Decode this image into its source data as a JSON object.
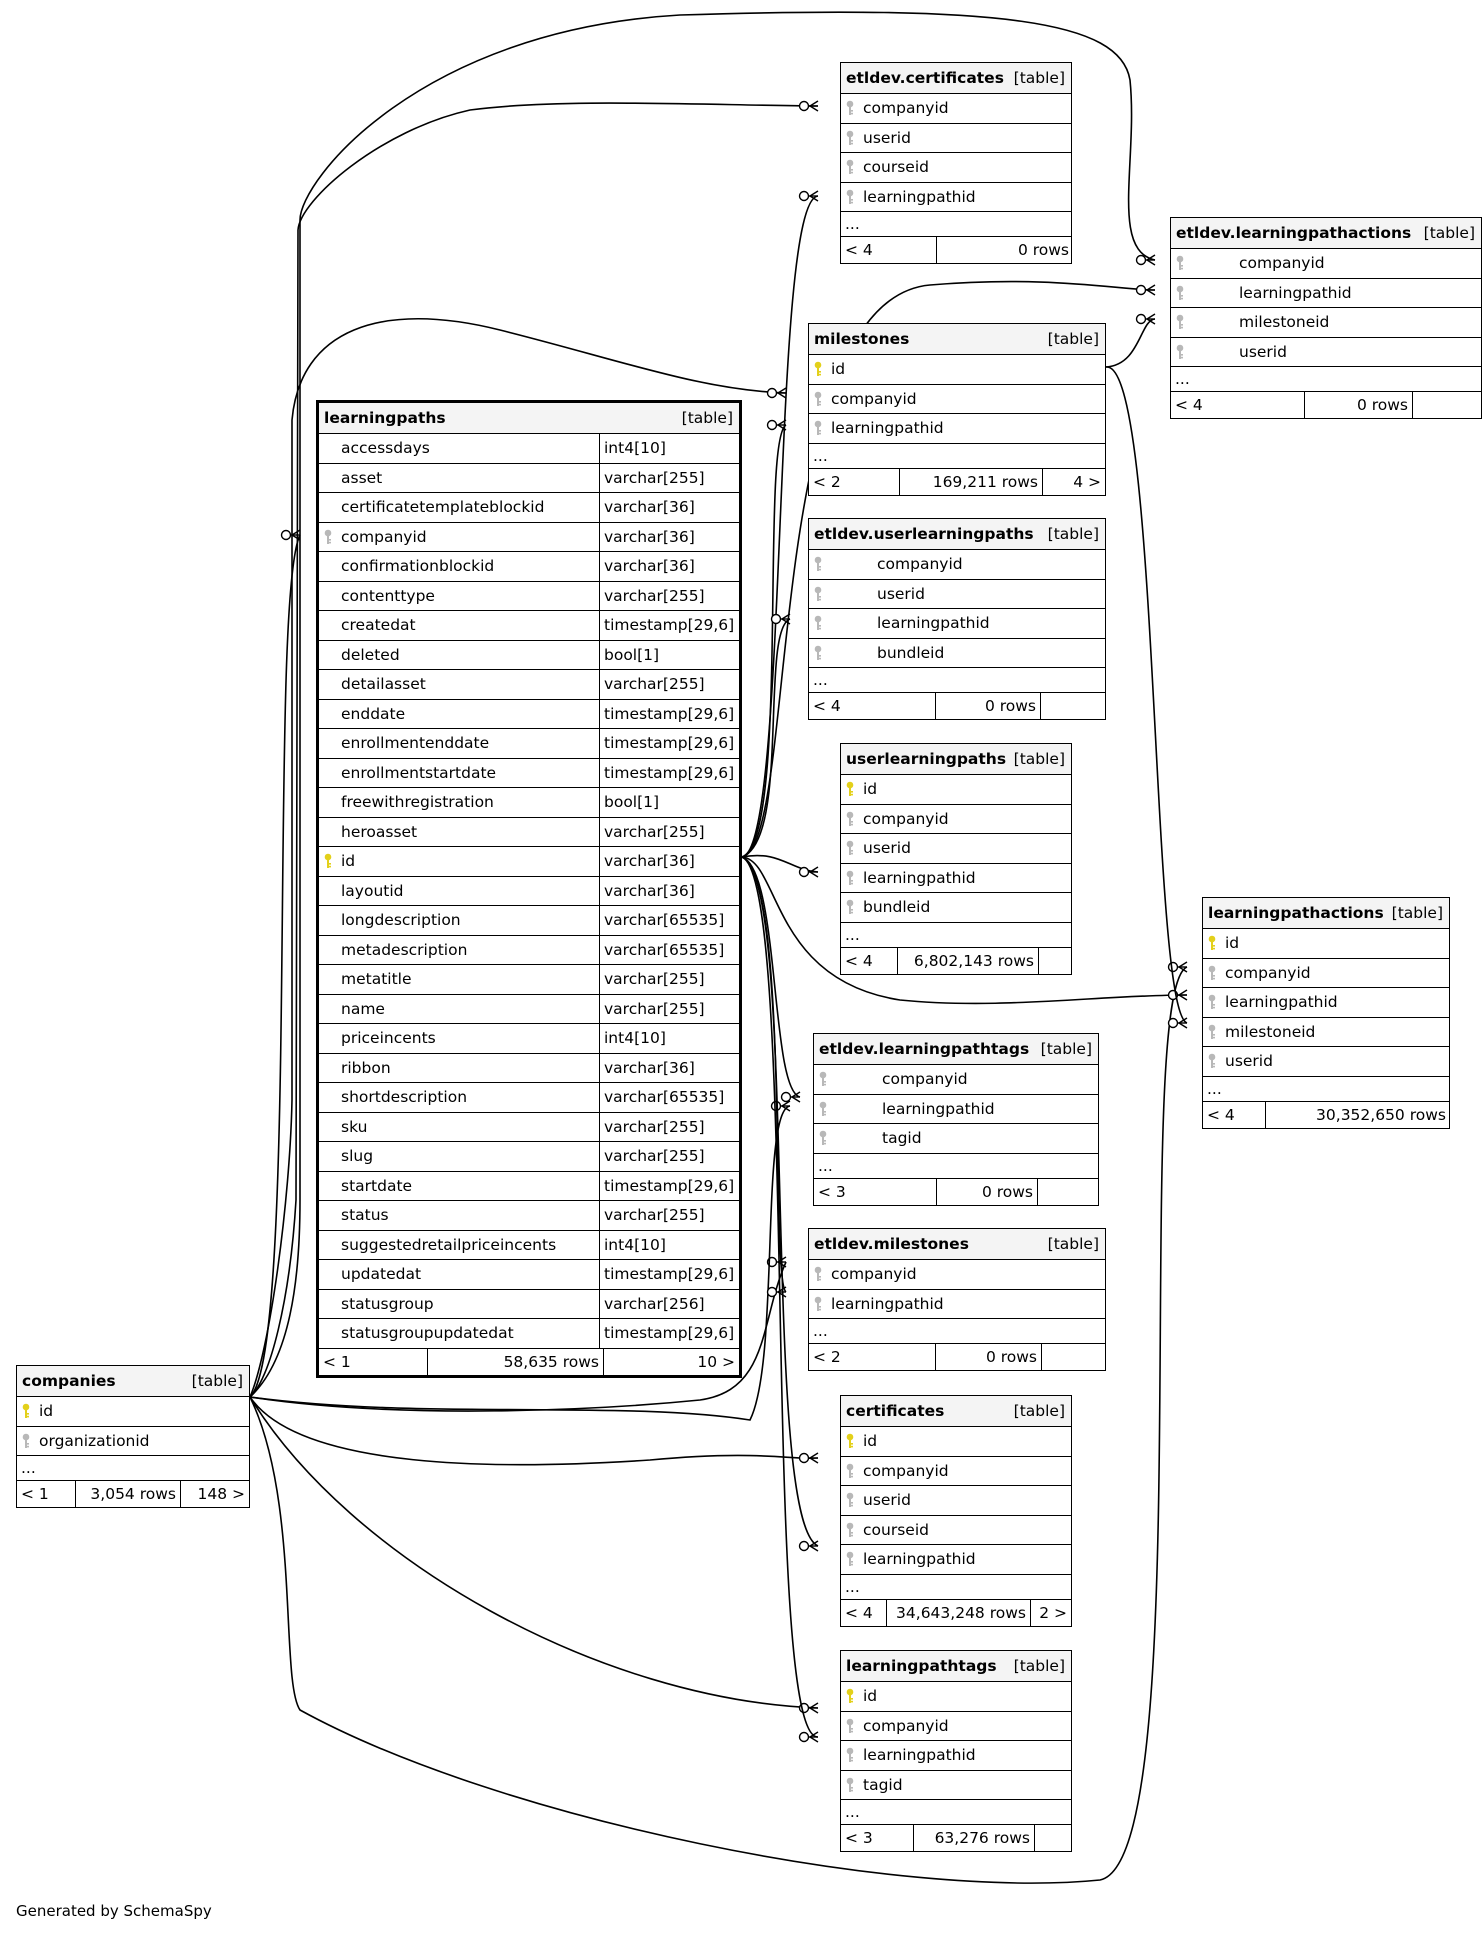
{
  "footer": "Generated by SchemaSpy",
  "colors": {
    "primary_key": "#e3d01a",
    "foreign_key": "#b8b8b8",
    "header_bg": "#f4f4f4"
  },
  "tables": [
    {
      "id": "etldev_certificates",
      "name": "etldev.certificates",
      "type": "[table]",
      "columns": [
        {
          "name": "companyid",
          "key": "fk"
        },
        {
          "name": "userid",
          "key": "fk"
        },
        {
          "name": "courseid",
          "key": "fk"
        },
        {
          "name": "learningpathid",
          "key": "fk"
        }
      ],
      "more": "...",
      "footer": [
        "< 4",
        "0 rows",
        ""
      ]
    },
    {
      "id": "etldev_learningpathactions",
      "name": "etldev.learningpathactions",
      "type": "[table]",
      "columns": [
        {
          "name": "companyid",
          "key": "fk"
        },
        {
          "name": "learningpathid",
          "key": "fk"
        },
        {
          "name": "milestoneid",
          "key": "fk"
        },
        {
          "name": "userid",
          "key": "fk"
        }
      ],
      "more": "...",
      "footer": [
        "< 4",
        "0 rows",
        ""
      ]
    },
    {
      "id": "milestones",
      "name": "milestones",
      "type": "[table]",
      "columns": [
        {
          "name": "id",
          "key": "pk"
        },
        {
          "name": "companyid",
          "key": "fk"
        },
        {
          "name": "learningpathid",
          "key": "fk"
        }
      ],
      "more": "...",
      "footer": [
        "< 2",
        "169,211 rows",
        "4 >"
      ]
    },
    {
      "id": "learningpaths",
      "name": "learningpaths",
      "type": "[table]",
      "columns": [
        {
          "name": "accessdays",
          "key": "",
          "type": "int4[10]"
        },
        {
          "name": "asset",
          "key": "",
          "type": "varchar[255]"
        },
        {
          "name": "certificatetemplateblockid",
          "key": "",
          "type": "varchar[36]"
        },
        {
          "name": "companyid",
          "key": "fk",
          "type": "varchar[36]"
        },
        {
          "name": "confirmationblockid",
          "key": "",
          "type": "varchar[36]"
        },
        {
          "name": "contenttype",
          "key": "",
          "type": "varchar[255]"
        },
        {
          "name": "createdat",
          "key": "",
          "type": "timestamp[29,6]"
        },
        {
          "name": "deleted",
          "key": "",
          "type": "bool[1]"
        },
        {
          "name": "detailasset",
          "key": "",
          "type": "varchar[255]"
        },
        {
          "name": "enddate",
          "key": "",
          "type": "timestamp[29,6]"
        },
        {
          "name": "enrollmentenddate",
          "key": "",
          "type": "timestamp[29,6]"
        },
        {
          "name": "enrollmentstartdate",
          "key": "",
          "type": "timestamp[29,6]"
        },
        {
          "name": "freewithregistration",
          "key": "",
          "type": "bool[1]"
        },
        {
          "name": "heroasset",
          "key": "",
          "type": "varchar[255]"
        },
        {
          "name": "id",
          "key": "pk",
          "type": "varchar[36]"
        },
        {
          "name": "layoutid",
          "key": "",
          "type": "varchar[36]"
        },
        {
          "name": "longdescription",
          "key": "",
          "type": "varchar[65535]"
        },
        {
          "name": "metadescription",
          "key": "",
          "type": "varchar[65535]"
        },
        {
          "name": "metatitle",
          "key": "",
          "type": "varchar[255]"
        },
        {
          "name": "name",
          "key": "",
          "type": "varchar[255]"
        },
        {
          "name": "priceincents",
          "key": "",
          "type": "int4[10]"
        },
        {
          "name": "ribbon",
          "key": "",
          "type": "varchar[36]"
        },
        {
          "name": "shortdescription",
          "key": "",
          "type": "varchar[65535]"
        },
        {
          "name": "sku",
          "key": "",
          "type": "varchar[255]"
        },
        {
          "name": "slug",
          "key": "",
          "type": "varchar[255]"
        },
        {
          "name": "startdate",
          "key": "",
          "type": "timestamp[29,6]"
        },
        {
          "name": "status",
          "key": "",
          "type": "varchar[255]"
        },
        {
          "name": "suggestedretailpriceincents",
          "key": "",
          "type": "int4[10]"
        },
        {
          "name": "updatedat",
          "key": "",
          "type": "timestamp[29,6]"
        },
        {
          "name": "statusgroup",
          "key": "",
          "type": "varchar[256]"
        },
        {
          "name": "statusgroupupdatedat",
          "key": "",
          "type": "timestamp[29,6]"
        }
      ],
      "more": "",
      "footer": [
        "< 1",
        "58,635 rows",
        "10 >"
      ]
    },
    {
      "id": "etldev_userlearningpaths",
      "name": "etldev.userlearningpaths",
      "type": "[table]",
      "columns": [
        {
          "name": "companyid",
          "key": "fk"
        },
        {
          "name": "userid",
          "key": "fk"
        },
        {
          "name": "learningpathid",
          "key": "fk"
        },
        {
          "name": "bundleid",
          "key": "fk"
        }
      ],
      "more": "...",
      "footer": [
        "< 4",
        "0 rows",
        ""
      ]
    },
    {
      "id": "userlearningpaths",
      "name": "userlearningpaths",
      "type": "[table]",
      "columns": [
        {
          "name": "id",
          "key": "pk"
        },
        {
          "name": "companyid",
          "key": "fk"
        },
        {
          "name": "userid",
          "key": "fk"
        },
        {
          "name": "learningpathid",
          "key": "fk"
        },
        {
          "name": "bundleid",
          "key": "fk"
        }
      ],
      "more": "...",
      "footer": [
        "< 4",
        "6,802,143 rows",
        ""
      ]
    },
    {
      "id": "learningpathactions",
      "name": "learningpathactions",
      "type": "[table]",
      "columns": [
        {
          "name": "id",
          "key": "pk"
        },
        {
          "name": "companyid",
          "key": "fk"
        },
        {
          "name": "learningpathid",
          "key": "fk"
        },
        {
          "name": "milestoneid",
          "key": "fk"
        },
        {
          "name": "userid",
          "key": "fk"
        }
      ],
      "more": "...",
      "footer": [
        "< 4",
        "30,352,650 rows",
        ""
      ]
    },
    {
      "id": "etldev_learningpathtags",
      "name": "etldev.learningpathtags",
      "type": "[table]",
      "columns": [
        {
          "name": "companyid",
          "key": "fk"
        },
        {
          "name": "learningpathid",
          "key": "fk"
        },
        {
          "name": "tagid",
          "key": "fk"
        }
      ],
      "more": "...",
      "footer": [
        "< 3",
        "0 rows",
        ""
      ]
    },
    {
      "id": "etldev_milestones",
      "name": "etldev.milestones",
      "type": "[table]",
      "columns": [
        {
          "name": "companyid",
          "key": "fk"
        },
        {
          "name": "learningpathid",
          "key": "fk"
        }
      ],
      "more": "...",
      "footer": [
        "< 2",
        "0 rows",
        ""
      ]
    },
    {
      "id": "companies",
      "name": "companies",
      "type": "[table]",
      "columns": [
        {
          "name": "id",
          "key": "pk"
        },
        {
          "name": "organizationid",
          "key": "fk"
        }
      ],
      "more": "...",
      "footer": [
        "< 1",
        "3,054 rows",
        "148 >"
      ]
    },
    {
      "id": "certificates",
      "name": "certificates",
      "type": "[table]",
      "columns": [
        {
          "name": "id",
          "key": "pk"
        },
        {
          "name": "companyid",
          "key": "fk"
        },
        {
          "name": "userid",
          "key": "fk"
        },
        {
          "name": "courseid",
          "key": "fk"
        },
        {
          "name": "learningpathid",
          "key": "fk"
        }
      ],
      "more": "...",
      "footer": [
        "< 4",
        "34,643,248 rows",
        "2 >"
      ]
    },
    {
      "id": "learningpathtags",
      "name": "learningpathtags",
      "type": "[table]",
      "columns": [
        {
          "name": "id",
          "key": "pk"
        },
        {
          "name": "companyid",
          "key": "fk"
        },
        {
          "name": "learningpathid",
          "key": "fk"
        },
        {
          "name": "tagid",
          "key": "fk"
        }
      ],
      "more": "...",
      "footer": [
        "< 3",
        "63,276 rows",
        ""
      ]
    }
  ]
}
